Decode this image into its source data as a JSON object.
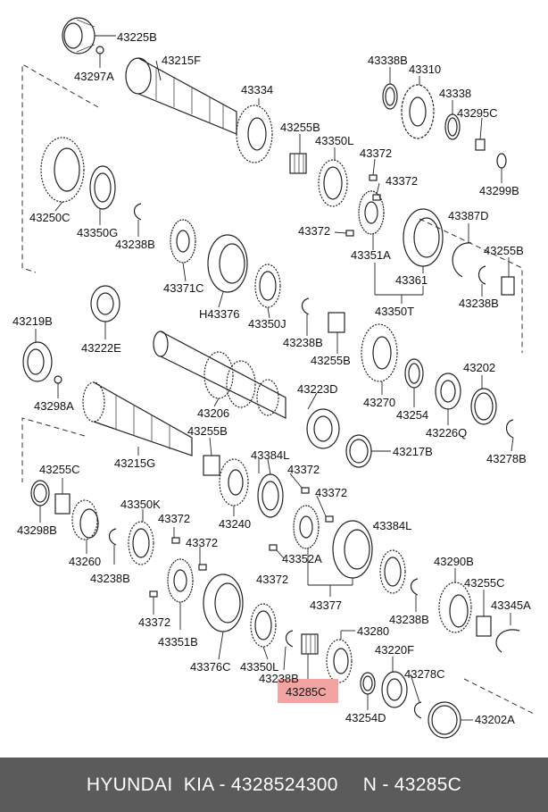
{
  "labels": {
    "p43225B": "43225B",
    "p43297A": "43297A",
    "p43215F": "43215F",
    "p43334": "43334",
    "p43338B": "43338B",
    "p43310": "43310",
    "p43338": "43338",
    "p43295C": "43295C",
    "p43299B": "43299B",
    "p43255B_a": "43255B",
    "p43350L_a": "43350L",
    "p43372_a": "43372",
    "p43372_b": "43372",
    "p43372_c": "43372",
    "p43387D": "43387D",
    "p43255B_b": "43255B",
    "p43250C": "43250C",
    "p43350G": "43350G",
    "p43238B_a": "43238B",
    "p43351A": "43351A",
    "p43361": "43361",
    "p43238B_b": "43238B",
    "p43350T": "43350T",
    "p43371C": "43371C",
    "pH43376": "H43376",
    "p43350J": "43350J",
    "p43238B_c": "43238B",
    "p43255B_c": "43255B",
    "p43219B": "43219B",
    "p43222E": "43222E",
    "p43202": "43202",
    "p43298A": "43298A",
    "p43223D": "43223D",
    "p43270": "43270",
    "p43254_a": "43254",
    "p43226Q": "43226Q",
    "p43206": "43206",
    "p43278B": "43278B",
    "p43255B_d": "43255B",
    "p43215G": "43215G",
    "p43217B": "43217B",
    "p43255C_a": "43255C",
    "p43384L_a": "43384L",
    "p43372_d": "43372",
    "p43372_e": "43372",
    "p43350K": "43350K",
    "p43372_f": "43372",
    "p43384L_b": "43384L",
    "p43298B": "43298B",
    "p43240": "43240",
    "p43372_g": "43372",
    "p43352A": "43352A",
    "p43260": "43260",
    "p43238B_d": "43238B",
    "p43372_h": "43372",
    "p43290B": "43290B",
    "p43377": "43377",
    "p43255C_b": "43255C",
    "p43372_i": "43372",
    "p43345A": "43345A",
    "p43238B_e": "43238B",
    "p43351B": "43351B",
    "p43280": "43280",
    "p43376C": "43376C",
    "p43350L_b": "43350L",
    "p43220F": "43220F",
    "p43238B_f": "43238B",
    "p43278C": "43278C",
    "p43285C": "43285C",
    "p43254D": "43254D",
    "p43202A": "43202A"
  },
  "highlight": {
    "color": "#f4a3a3",
    "label": "43285C"
  },
  "footer": {
    "brand": "HYUNDAI  KIA - 4328524300",
    "ref": "N - 43285C",
    "background": "#5b5b5b"
  }
}
